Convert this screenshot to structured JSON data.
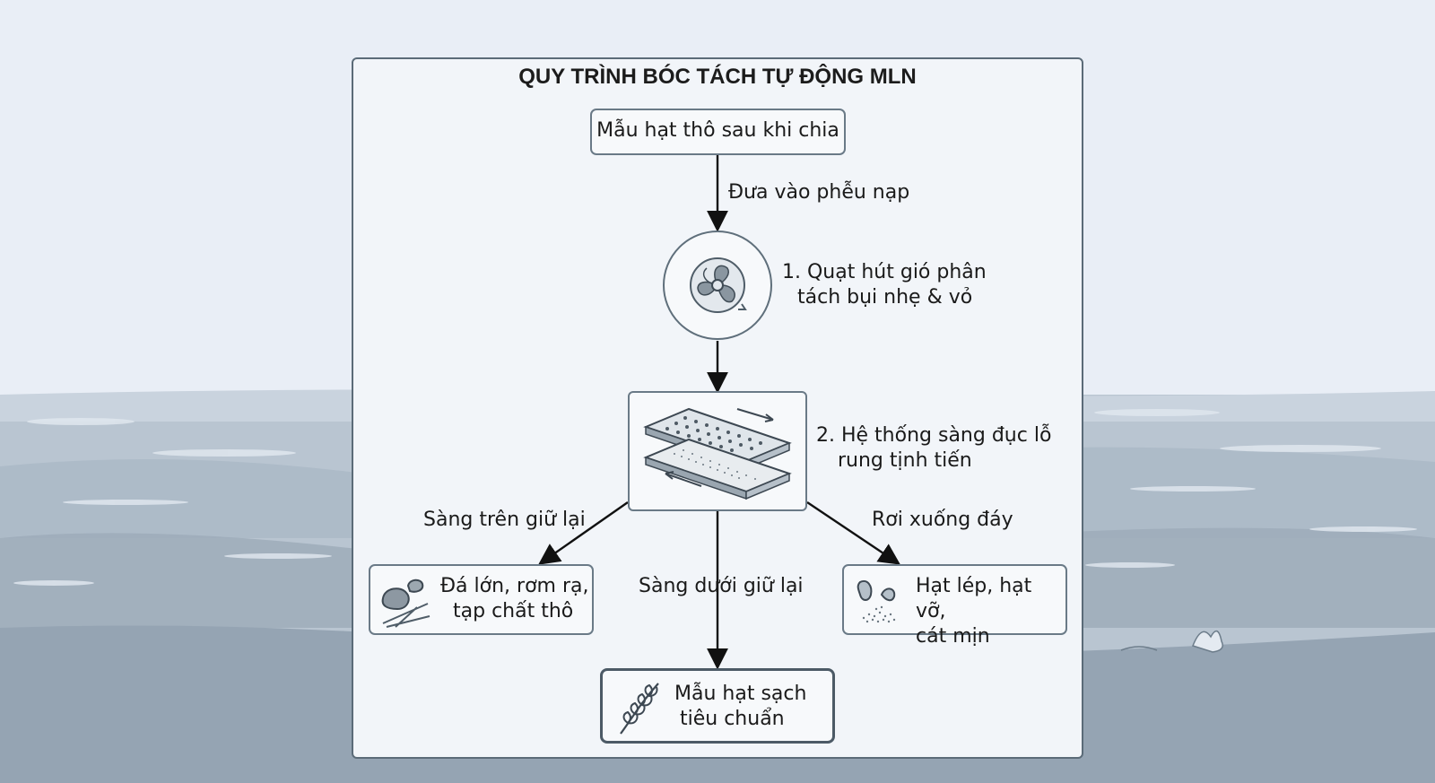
{
  "title": "QUY TRÌNH BÓC TÁCH TỰ ĐỘNG MLN",
  "nodes": {
    "start": "Mẫu hạt thô sau khi chia",
    "step1": {
      "line1": "1. Quạt hút gió phân",
      "line2": "tách bụi nhẹ & vỏ",
      "icon": "fan-icon"
    },
    "step2": {
      "line1": "2. Hệ thống sàng đục lỗ",
      "line2": "rung tịnh tiến",
      "icon": "vibrating-sieve-icon"
    },
    "coarse": {
      "line1": "Đá lớn, rơm rạ,",
      "line2": "tạp chất thô",
      "icon": "stones-straw-icon"
    },
    "fines": {
      "line1": "Hạt lép, hạt vỡ,",
      "line2": "cát mịn",
      "icon": "broken-grain-sand-icon"
    },
    "clean": {
      "line1": "Mẫu hạt sạch",
      "line2": "tiêu chuẩn",
      "icon": "grain-ear-icon"
    }
  },
  "edges": {
    "feed": "Đưa vào phễu nạp",
    "top_sieve": "Sàng trên giữ lại",
    "bottom_sieve": "Sàng dưới giữ lại",
    "fall": "Rơi xuống đáy"
  },
  "colors": {
    "sky": "#e9eef6",
    "sea": "#a9b6c3",
    "border": "#5b6b78",
    "panel": "#f2f5f9",
    "line": "#111111"
  }
}
